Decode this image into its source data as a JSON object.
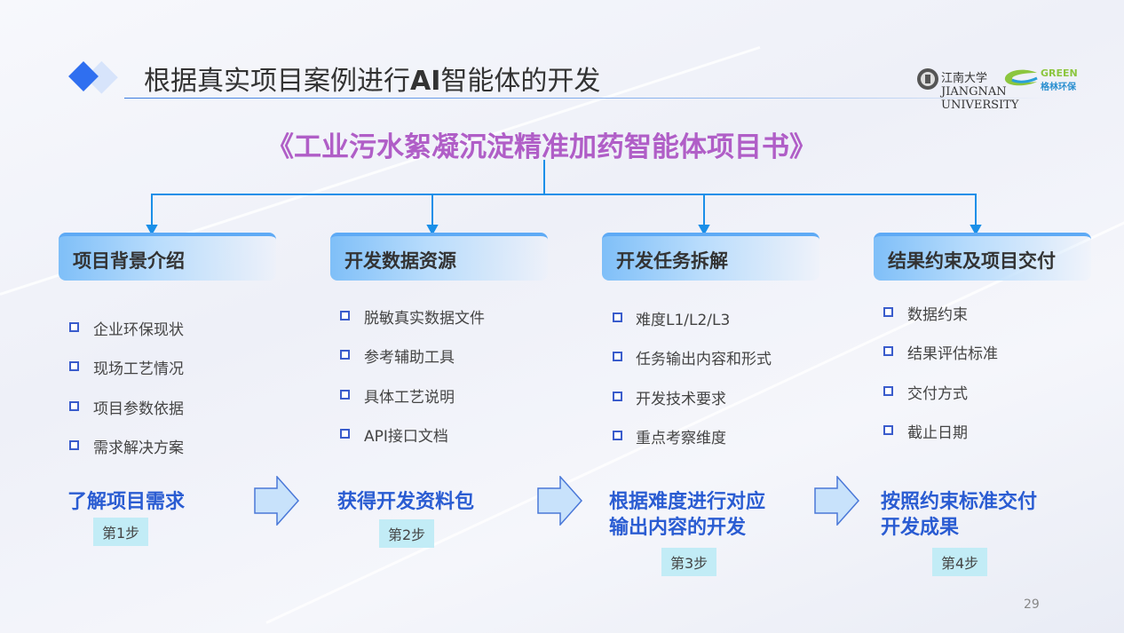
{
  "header": {
    "title_pre": "根据真实项目案例进行",
    "title_bold": "AI",
    "title_post": "智能体的开发",
    "logo_left": "江南大学 JIANGNAN UNIVERSITY",
    "logo_right_en": "GREEN",
    "logo_right_cn": "格林环保"
  },
  "book_title": "《工业污水絮凝沉淀精准加药智能体项目书》",
  "columns": [
    {
      "header": "项目背景介绍",
      "items": [
        "企业环保现状",
        "现场工艺情况",
        "项目参数依据",
        "需求解决方案"
      ],
      "step_lines": [
        "了解项目需求"
      ],
      "badge": "第1步"
    },
    {
      "header": "开发数据资源",
      "items": [
        "脱敏真实数据文件",
        "参考辅助工具",
        "具体工艺说明",
        "API接口文档"
      ],
      "step_lines": [
        "获得开发资料包"
      ],
      "badge": "第2步"
    },
    {
      "header": "开发任务拆解",
      "items": [
        "难度L1/L2/L3",
        "任务输出内容和形式",
        "开发技术要求",
        "重点考察维度"
      ],
      "step_lines": [
        "根据难度进行对应",
        "输出内容的开发"
      ],
      "badge": "第3步"
    },
    {
      "header": "结果约束及项目交付",
      "items": [
        "数据约束",
        "结果评估标准",
        "交付方式",
        "截止日期"
      ],
      "step_lines": [
        "按照约束标准交付",
        "开发成果"
      ],
      "badge": "第4步"
    }
  ],
  "page_number": "29"
}
